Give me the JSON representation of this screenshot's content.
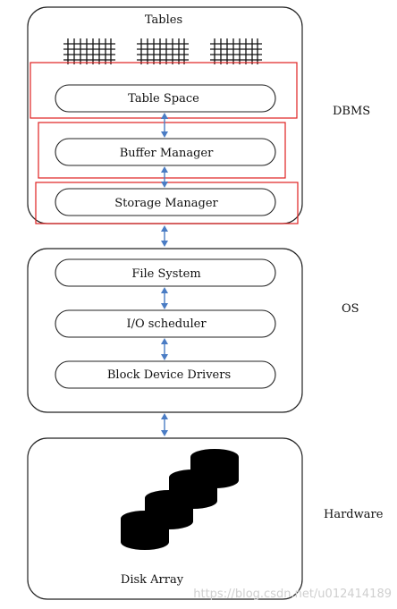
{
  "dbms": {
    "layer_label": "DBMS",
    "title": "Tables",
    "components": [
      "Table Space",
      "Buffer Manager",
      "Storage Manager"
    ]
  },
  "os": {
    "layer_label": "OS",
    "components": [
      "File System",
      "I/O scheduler",
      "Block Device Drivers"
    ]
  },
  "hardware": {
    "layer_label": "Hardware",
    "caption": "Disk Array"
  },
  "watermark": "https://blog.csdn.net/u012414189",
  "colors": {
    "highlight": "#e02020",
    "arrow": "#4a7cc4",
    "stroke": "#222222"
  }
}
